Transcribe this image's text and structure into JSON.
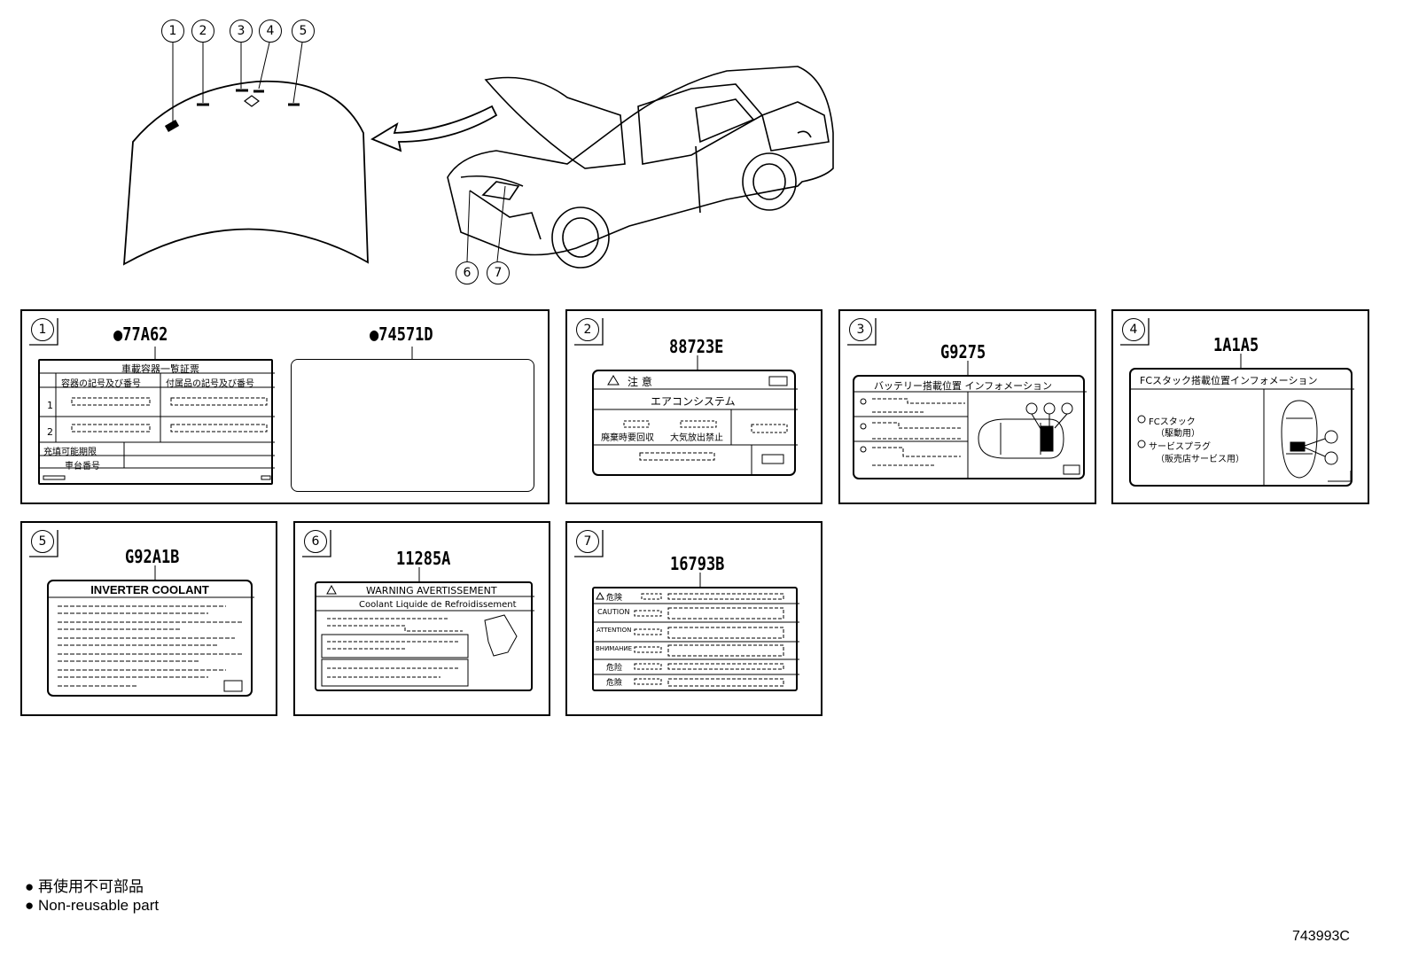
{
  "callouts": {
    "c1": "1",
    "c2": "2",
    "c3": "3",
    "c4": "4",
    "c5": "5",
    "c6": "6",
    "c7": "7"
  },
  "panels": [
    {
      "num": "1",
      "parts": [
        "●77A62",
        "●74571D"
      ]
    },
    {
      "num": "2",
      "parts": [
        "88723E"
      ]
    },
    {
      "num": "3",
      "parts": [
        "G9275"
      ]
    },
    {
      "num": "4",
      "parts": [
        "1A1A5"
      ]
    },
    {
      "num": "5",
      "parts": [
        "G92A1B"
      ]
    },
    {
      "num": "6",
      "parts": [
        "11285A"
      ]
    },
    {
      "num": "7",
      "parts": [
        "16793B"
      ]
    }
  ],
  "label_77A62": {
    "title": "車載容器一覧証票",
    "col1": "容器の記号及び番号",
    "col2": "付属品の記号及び番号",
    "row1": "1",
    "row2": "2",
    "row3": "充填可能期限",
    "row4": "車台番号"
  },
  "label_88723E": {
    "caution": "注 意",
    "system": "エアコンシステム",
    "recover": "廃棄時要回収",
    "noRelease": "大気放出禁止"
  },
  "label_G9275": {
    "title": "バッテリー搭載位置  インフォメーション"
  },
  "label_1A1A5": {
    "title": "FCスタック搭載位置インフォメーション",
    "item1": "FCスタック",
    "item1sub": "（駆動用）",
    "item2": "サービスプラグ",
    "item2sub": "（販売店サービス用）"
  },
  "label_G92A1B": {
    "title": "INVERTER COOLANT"
  },
  "label_11285A": {
    "header": "WARNING  AVERTISSEMENT",
    "sub": "Coolant  Liquide de Refroidissement"
  },
  "label_16793B": {
    "r1": "危険",
    "r2": "CAUTION",
    "r3": "ATTENTION",
    "r4": "ВНИМАНИЕ",
    "r5": "危险",
    "r6": "危險"
  },
  "legend": {
    "jp": "再使用不可部品",
    "en": "Non-reusable part"
  },
  "figure_code": "743993C"
}
